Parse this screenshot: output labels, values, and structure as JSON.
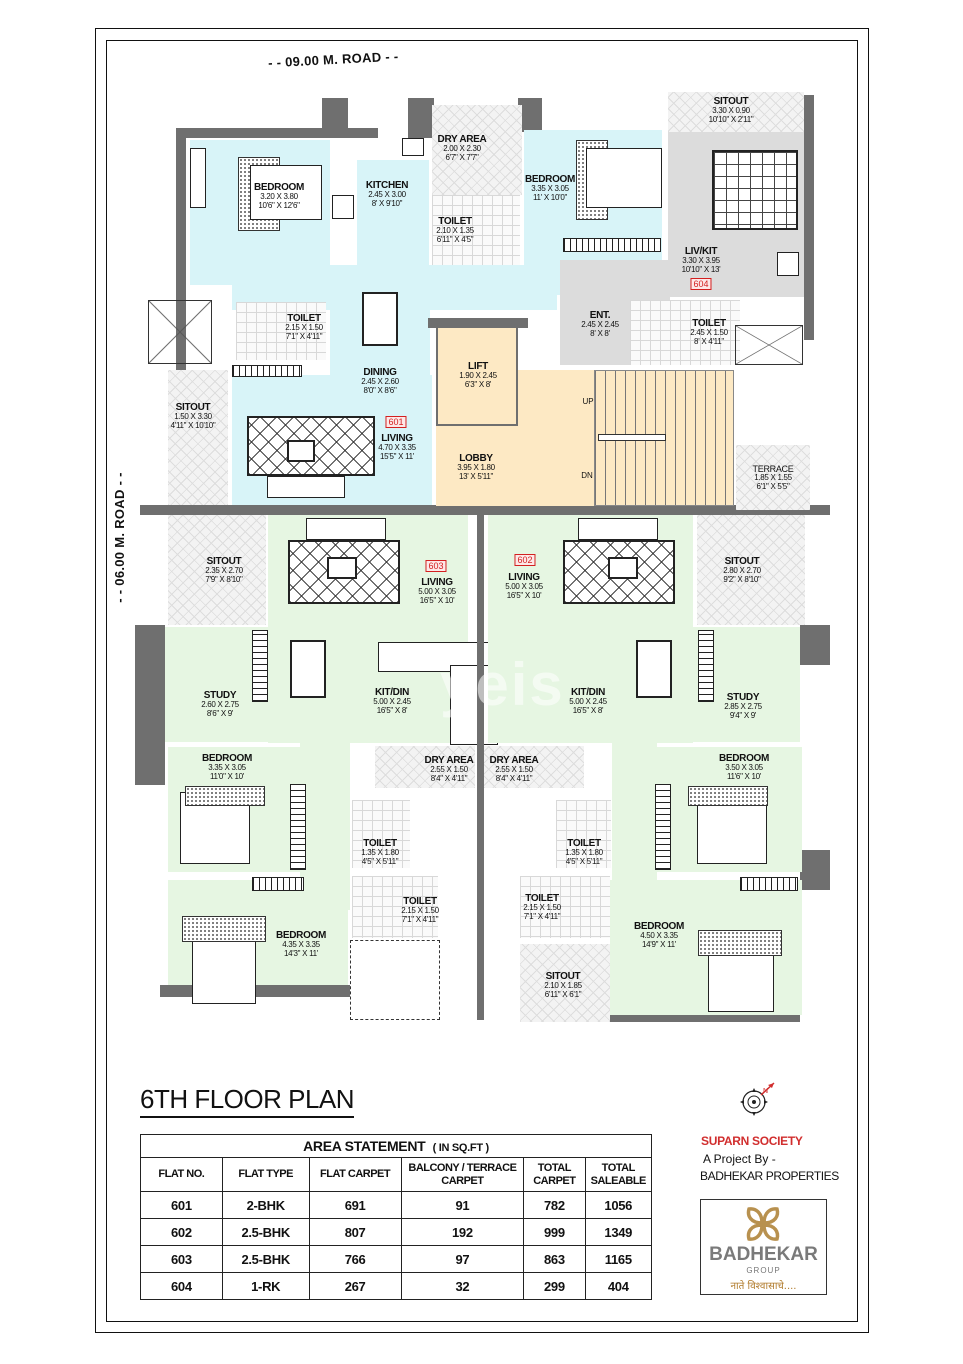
{
  "roads": {
    "top": "- - 09.00 M. ROAD - -",
    "left": "- - 06.00 M. ROAD - -"
  },
  "colors": {
    "flat_601_604_top": "#d8f4f8",
    "flat_604_living": "#dcdcdc",
    "common_area": "#fde9c4",
    "flat_602_603": "#e6f6e2",
    "walls": "#6f6f6f",
    "flat_tag": "#d32020",
    "society_name": "#d12e2e",
    "logo_gold": "#b8914f"
  },
  "flats": {
    "601": {
      "tag": "601",
      "rooms": [
        {
          "name": "BEDROOM",
          "metric": "3.20 X 3.80",
          "imperial": "10'6\" X 12'6\""
        },
        {
          "name": "KITCHEN",
          "metric": "2.45 X 3.00",
          "imperial": "8' X 9'10\""
        },
        {
          "name": "DRY AREA",
          "metric": "2.00 X 2.30",
          "imperial": "6'7\" X 7'7\""
        },
        {
          "name": "TOILET",
          "metric": "2.10 X 1.35",
          "imperial": "6'11\" X 4'5\""
        },
        {
          "name": "TOILET",
          "metric": "2.15 X 1.50",
          "imperial": "7'1\" X 4'11\""
        },
        {
          "name": "DINING",
          "metric": "2.45 X 2.60",
          "imperial": "8'0\" X 8'6\""
        },
        {
          "name": "SITOUT",
          "metric": "1.50 X 3.30",
          "imperial": "4'11\" X 10'10\""
        },
        {
          "name": "LIVING",
          "metric": "4.70 X 3.35",
          "imperial": "15'5\" X 11'"
        }
      ]
    },
    "604": {
      "tag": "604",
      "rooms": [
        {
          "name": "BEDROOM",
          "metric": "3.35 X 3.05",
          "imperial": "11' X 10'0\""
        },
        {
          "name": "SITOUT",
          "metric": "3.30 X 0.90",
          "imperial": "10'10\" X 2'11\""
        },
        {
          "name": "LIV/KIT",
          "metric": "3.30 X 3.95",
          "imperial": "10'10\" X 13'"
        },
        {
          "name": "ENT.",
          "metric": "2.45 X 2.45",
          "imperial": "8' X 8'"
        },
        {
          "name": "TOILET",
          "metric": "2.45 X 1.50",
          "imperial": "8' X 4'11\""
        }
      ]
    },
    "common": {
      "rooms": [
        {
          "name": "LIFT",
          "metric": "1.90 X 2.45",
          "imperial": "6'3\" X 8'"
        },
        {
          "name": "LOBBY",
          "metric": "3.95 X 1.80",
          "imperial": "13' X 5'11\""
        },
        {
          "name": "TERRACE",
          "metric": "1.85 X 1.55",
          "imperial": "6'1\" X 5'5\""
        }
      ],
      "stairs_up": "UP",
      "stairs_down": "DN"
    },
    "603": {
      "tag": "603",
      "rooms": [
        {
          "name": "SITOUT",
          "metric": "2.35 X 2.70",
          "imperial": "7'9\" X 8'10\""
        },
        {
          "name": "LIVING",
          "metric": "5.00 X 3.05",
          "imperial": "16'5\" X 10'"
        },
        {
          "name": "STUDY",
          "metric": "2.60 X 2.75",
          "imperial": "8'6\" X 9'"
        },
        {
          "name": "KIT/DIN",
          "metric": "5.00 X 2.45",
          "imperial": "16'5\" X 8'"
        },
        {
          "name": "BEDROOM",
          "metric": "3.35 X 3.05",
          "imperial": "11'0\" X 10'"
        },
        {
          "name": "DRY AREA",
          "metric": "2.55 X 1.50",
          "imperial": "8'4\" X 4'11\""
        },
        {
          "name": "TOILET",
          "metric": "1.35 X 1.80",
          "imperial": "4'5\" X 5'11\""
        },
        {
          "name": "TOILET",
          "metric": "2.15 X 1.50",
          "imperial": "7'1\" X 4'11\""
        },
        {
          "name": "BEDROOM",
          "metric": "4.35 X 3.35",
          "imperial": "14'3\" X 11'"
        }
      ]
    },
    "602": {
      "tag": "602",
      "rooms": [
        {
          "name": "LIVING",
          "metric": "5.00 X 3.05",
          "imperial": "16'5\" X 10'"
        },
        {
          "name": "SITOUT",
          "metric": "2.80 X 2.70",
          "imperial": "9'2\" X 8'10\""
        },
        {
          "name": "KIT/DIN",
          "metric": "5.00 X 2.45",
          "imperial": "16'5\" X 8'"
        },
        {
          "name": "STUDY",
          "metric": "2.85 X 2.75",
          "imperial": "9'4\" X 9'"
        },
        {
          "name": "DRY AREA",
          "metric": "2.55 X 1.50",
          "imperial": "8'4\" X 4'11\""
        },
        {
          "name": "BEDROOM",
          "metric": "3.50 X 3.05",
          "imperial": "11'6\" X 10'"
        },
        {
          "name": "TOILET",
          "metric": "1.35 X 1.80",
          "imperial": "4'5\" X 5'11\""
        },
        {
          "name": "TOILET",
          "metric": "2.15 X 1.50",
          "imperial": "7'1\" X 4'11\""
        },
        {
          "name": "BEDROOM",
          "metric": "4.50 X 3.35",
          "imperial": "14'9\" X 11'"
        },
        {
          "name": "SITOUT",
          "metric": "2.10 X 1.85",
          "imperial": "6'11\" X 6'1\""
        }
      ]
    }
  },
  "watermark": "yeis",
  "plan_title": "6TH FLOOR PLAN",
  "area_statement": {
    "title": "AREA STATEMENT",
    "unit": "( IN SQ.FT )",
    "headers": [
      "FLAT NO.",
      "FLAT  TYPE",
      "FLAT CARPET",
      "BALCONY / TERRACE CARPET",
      "TOTAL CARPET",
      "TOTAL SALEABLE"
    ],
    "rows": [
      [
        "601",
        "2-BHK",
        "691",
        "91",
        "782",
        "1056"
      ],
      [
        "602",
        "2.5-BHK",
        "807",
        "192",
        "999",
        "1349"
      ],
      [
        "603",
        "2.5-BHK",
        "766",
        "97",
        "863",
        "1165"
      ],
      [
        "604",
        "1-RK",
        "267",
        "32",
        "299",
        "404"
      ]
    ]
  },
  "chart_data": {
    "type": "table",
    "title": "AREA STATEMENT ( IN SQ.FT )",
    "columns": [
      "FLAT NO.",
      "FLAT TYPE",
      "FLAT CARPET",
      "BALCONY / TERRACE CARPET",
      "TOTAL CARPET",
      "TOTAL SALEABLE"
    ],
    "rows": [
      [
        "601",
        "2-BHK",
        691,
        91,
        782,
        1056
      ],
      [
        "602",
        "2.5-BHK",
        807,
        192,
        999,
        1349
      ],
      [
        "603",
        "2.5-BHK",
        766,
        97,
        863,
        1165
      ],
      [
        "604",
        "1-RK",
        267,
        32,
        299,
        404
      ]
    ]
  },
  "branding": {
    "society": "SUPARN SOCIETY",
    "project_by": "A Project By -",
    "developer": "BADHEKAR PROPERTIES",
    "logo_name": "BADHEKAR",
    "logo_group": "GROUP",
    "logo_tagline": "नाते विश्वासाचे...."
  }
}
